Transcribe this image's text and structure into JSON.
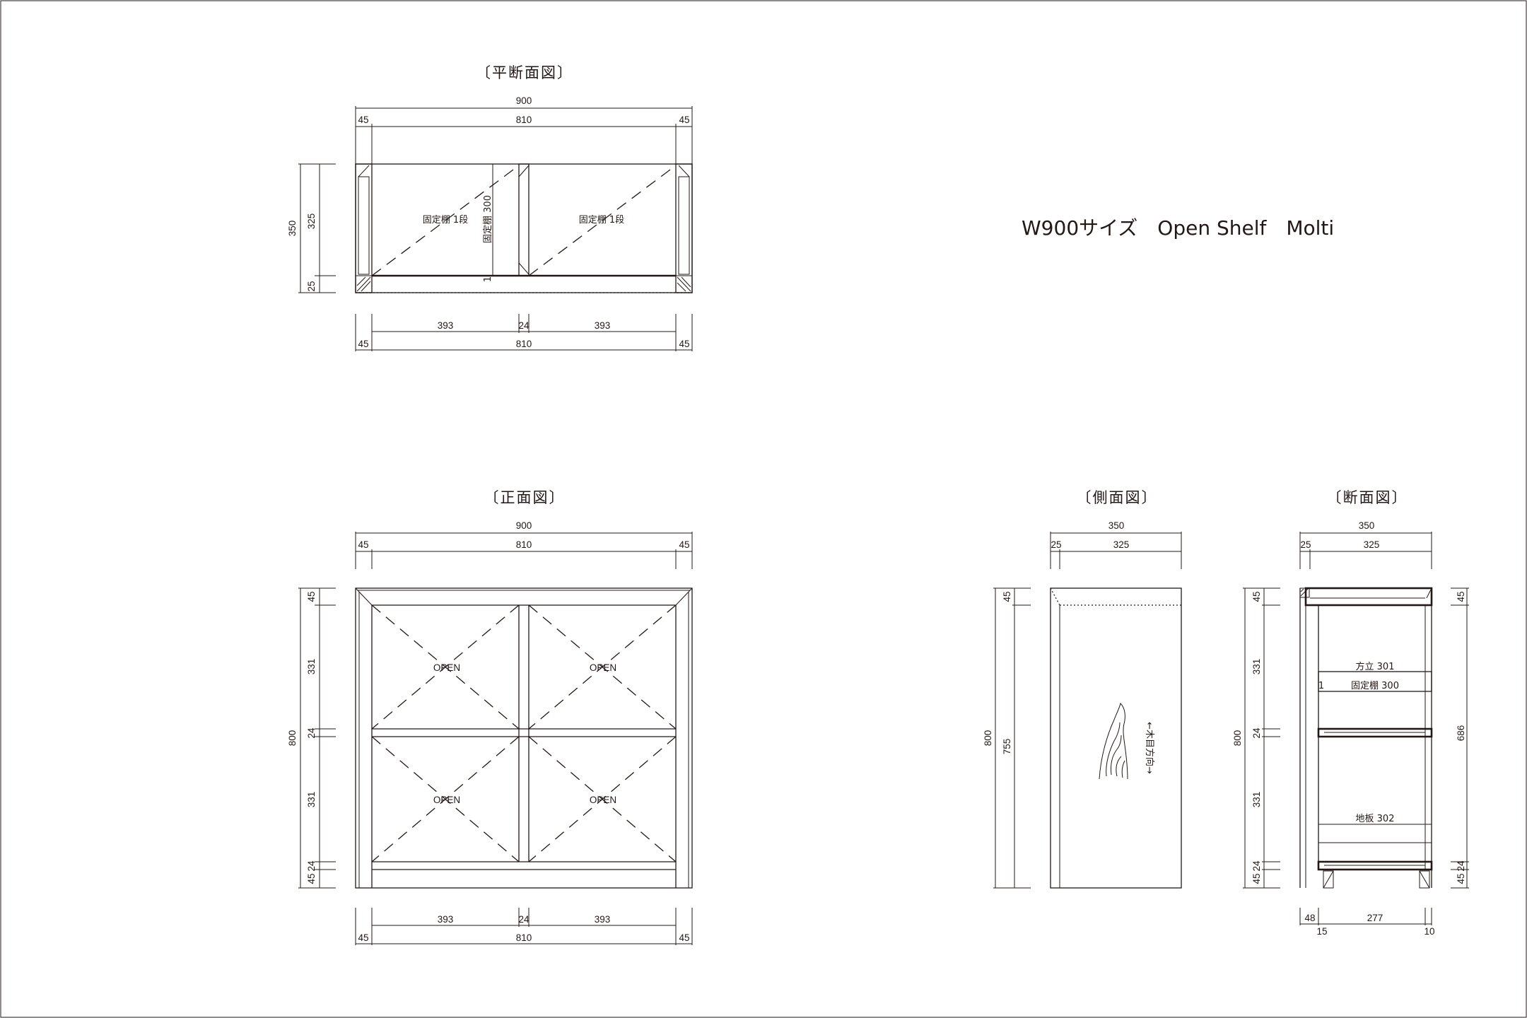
{
  "title": "W900サイズ　Open Shelf　Molti",
  "views": {
    "plan": {
      "heading": "〔平断面図〕",
      "top_dims": {
        "total": "900",
        "left": "45",
        "mid": "810",
        "right": "45"
      },
      "bottom_dims": {
        "left_door": "393",
        "divider": "24",
        "right_door": "393",
        "left": "45",
        "mid": "810",
        "right": "45"
      },
      "side_dims": {
        "total": "350",
        "depth": "325",
        "front": "25"
      },
      "labels": {
        "shelf_left": "固定棚 1段",
        "shelf_right": "固定棚 1段",
        "divider": "固定棚 300",
        "gap": "1"
      }
    },
    "front": {
      "heading": "〔正面図〕",
      "top_dims": {
        "total": "900",
        "left": "45",
        "mid": "810",
        "right": "45"
      },
      "bottom_dims": {
        "left_door": "393",
        "divider": "24",
        "right_door": "393",
        "left": "45",
        "mid": "810",
        "right": "45"
      },
      "side_dims": {
        "total": "800",
        "top": "45",
        "upper": "331",
        "mid": "24",
        "lower": "331",
        "base_shelf": "24",
        "base": "45"
      },
      "open_label": "OPEN"
    },
    "side": {
      "heading": "〔側面図〕",
      "top_dims": {
        "total": "350",
        "front": "25",
        "depth": "325"
      },
      "side_dims": {
        "total": "800",
        "top": "45",
        "body": "755"
      },
      "grain_label": "←木目方向→"
    },
    "section": {
      "heading": "〔断面図〕",
      "top_dims": {
        "total": "350",
        "front": "25",
        "depth": "325"
      },
      "bottom_dims": {
        "a": "48",
        "b": "277",
        "c": "15",
        "d": "10"
      },
      "left_dims": {
        "total": "800",
        "top": "45",
        "upper": "331",
        "mid": "24",
        "lower": "331",
        "base_shelf": "24",
        "base": "45"
      },
      "right_dims": {
        "top": "45",
        "inner": "686",
        "base_shelf": "24",
        "base": "45"
      },
      "labels": {
        "post": "方立 301",
        "shelf": "固定棚 300",
        "floor": "地板 302",
        "gap": "1"
      }
    }
  }
}
